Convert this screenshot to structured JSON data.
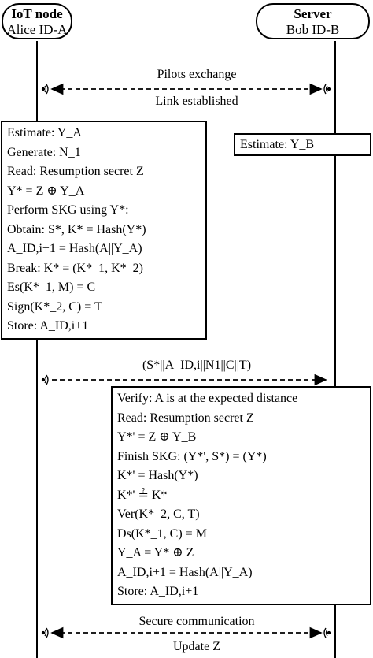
{
  "alice": {
    "title": "IoT node",
    "subtitle": "Alice ID-A"
  },
  "bob": {
    "title": "Server",
    "subtitle": "Bob ID-B"
  },
  "messages": {
    "m1_top": "Pilots exchange",
    "m1_bottom": "Link established",
    "m2": "(S*||A_ID,i||N1||C||T)",
    "m3_top": "Secure communication",
    "m3_bottom": "Update Z"
  },
  "bob_estimate": "Estimate: Y_B",
  "alice_box": [
    "Estimate: Y_A",
    "Generate: N_1",
    "Read: Resumption secret Z",
    "Y* = Z ⊕ Y_A",
    "Perform SKG using Y*:",
    "Obtain: S*, K* = Hash(Y*)",
    "A_ID,i+1 = Hash(A||Y_A)",
    "Break: K* = (K*_1, K*_2)",
    "Es(K*_1, M) = C",
    "Sign(K*_2, C) = T",
    "Store: A_ID,i+1"
  ],
  "bob_box": [
    "Verify: A is at the expected distance",
    "Read: Resumption secret Z",
    "Y*' = Z ⊕ Y_B",
    "Finish SKG: (Y*', S*) = (Y*)",
    "K*' = Hash(Y*)",
    "K*' ≟ K*",
    "Ver(K*_2, C, T)",
    "Ds(K*_1, C) = M",
    "Y_A = Y* ⊕ Z",
    "A_ID,i+1 = Hash(A||Y_A)",
    "Store: A_ID,i+1"
  ]
}
